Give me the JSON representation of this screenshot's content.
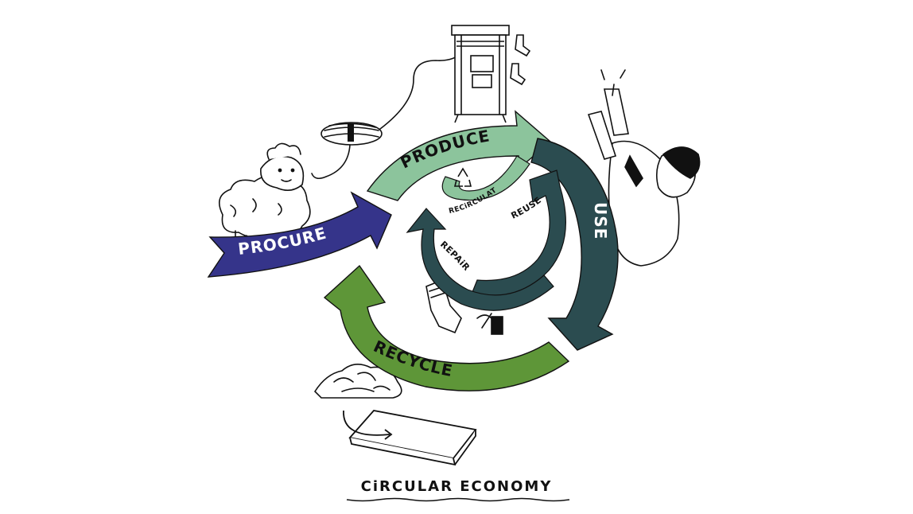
{
  "diagram": {
    "title": "CiRCULAR ECONOMY",
    "stages": {
      "procure": "PROCURE",
      "produce": "PRODUCE",
      "use": "USE",
      "recycle": "RECYCLE"
    },
    "inner_loops": {
      "recirculate": "RECiRCULATE",
      "reuse": "REUSE",
      "repair": "REPAiR"
    }
  },
  "colors": {
    "procure": "#35348a",
    "produce": "#8cc49c",
    "use": "#2b4c50",
    "recycle": "#5e9638",
    "ink": "#111111"
  }
}
